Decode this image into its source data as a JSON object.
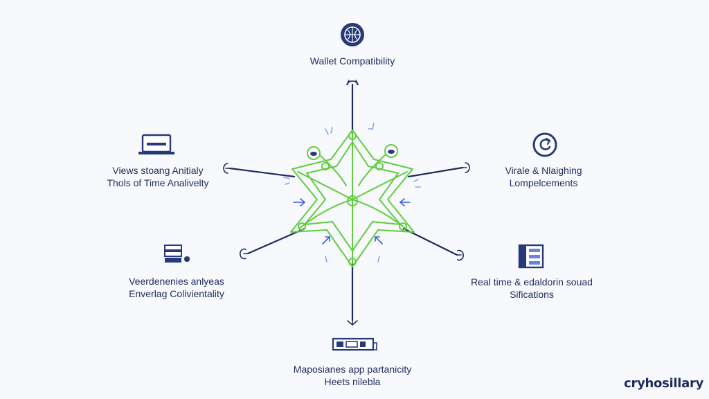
{
  "colors": {
    "line": "#1f2a5c",
    "icon": "#27397a",
    "star": "#5fcd3c",
    "accent": "#3b5bd6",
    "background": "#f7f9fd"
  },
  "nodes": [
    {
      "id": "top",
      "icon": "globe-seal-icon",
      "lines": [
        "Wallet Compatibility"
      ]
    },
    {
      "id": "upper-left",
      "icon": "laptop-icon",
      "lines": [
        "Views stoang Anitialy",
        "Thols of Time Analivelty"
      ]
    },
    {
      "id": "upper-right",
      "icon": "circular-arrow-icon",
      "lines": [
        "Virale & Nlaighing",
        "Lompelcements"
      ]
    },
    {
      "id": "lower-left",
      "icon": "server-stack-icon",
      "lines": [
        "Veerdenenies anlyeas",
        "Enverlag Colivientality"
      ]
    },
    {
      "id": "lower-right",
      "icon": "dashboard-panel-icon",
      "lines": [
        "Real time & edaldorin souad",
        "Sifications"
      ]
    },
    {
      "id": "bottom",
      "icon": "toolbar-window-icon",
      "lines": [
        "Maposianes app partanicity",
        "Heets nilebla"
      ]
    }
  ],
  "brand": "cryhosillary"
}
